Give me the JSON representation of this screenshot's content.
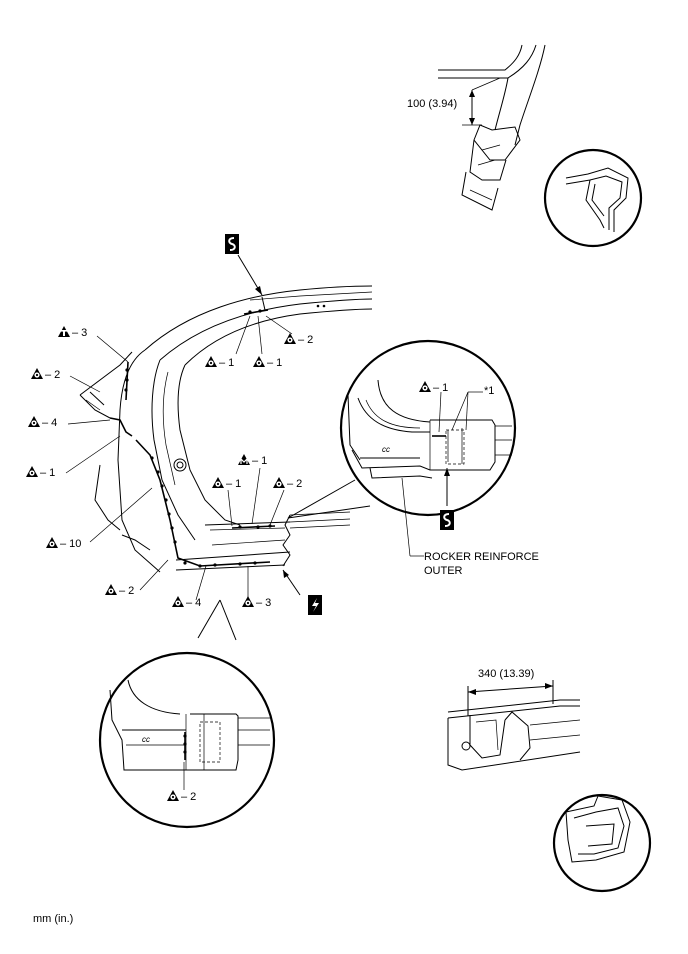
{
  "dimensions": {
    "pillar_cut": "100 (3.94)",
    "rocker_cut": "340 (13.39)"
  },
  "labels": {
    "l_3_top": "– 3",
    "l_2_left": "– 2",
    "l_4_left": "– 4",
    "l_1_left": "– 1",
    "l_10": "– 10",
    "l_2_lower": "– 2",
    "l_4_bottom": "– 4",
    "l_3_bottom": "– 3",
    "l_1_rocker": "– 1",
    "l_m1": "– 1",
    "l_2_rocker": "– 2",
    "l_1_roof_a": "– 1",
    "l_1_roof_b": "– 1",
    "l_2_roof": "– 2",
    "l_1_detail": "– 1",
    "callout_1": "*1",
    "l_2_detail_bottom": "– 2"
  },
  "part": {
    "name_line1": "ROCKER REINFORCE",
    "name_line2": "OUTER"
  },
  "units": "mm (in.)"
}
